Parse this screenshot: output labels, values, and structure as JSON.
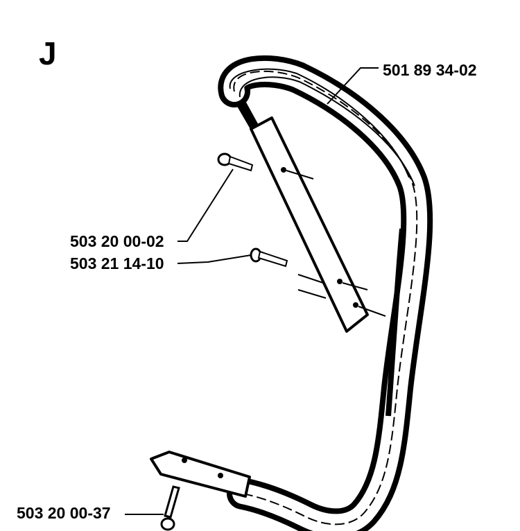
{
  "diagram": {
    "section_letter": "J",
    "parts": [
      {
        "part_number": "501 89 34-02",
        "item": "front handle"
      },
      {
        "part_number": "503 20 00-02",
        "item": "screw"
      },
      {
        "part_number": "503 21 14-10",
        "item": "screw"
      },
      {
        "part_number": "503 20 00-37",
        "item": "screw"
      }
    ]
  }
}
